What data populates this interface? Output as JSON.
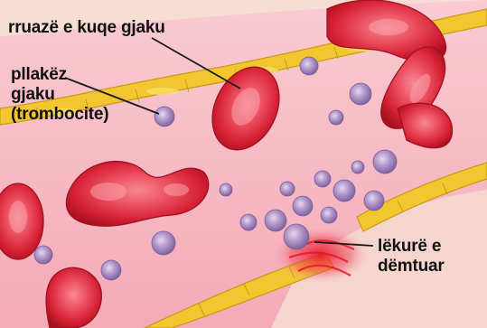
{
  "labels": {
    "red_blood_cell": "rruazë e kuqe gjaku",
    "platelet_line1": "pllakëz",
    "platelet_line2": "gjaku",
    "platelet_line3": "(trombocite)",
    "damaged_skin_line1": "lëkurë e",
    "damaged_skin_line2": "dëmtuar"
  },
  "colors": {
    "background": "#f3e3c4",
    "vessel_pink": "#f7bcc6",
    "red_cell": "#d62035",
    "red_cell_highlight": "#f58a93",
    "platelet": "#9b7fb6",
    "vessel_wall": "#f1c62f",
    "wound": "#e4192c",
    "leader_line": "#1a1a1a"
  }
}
